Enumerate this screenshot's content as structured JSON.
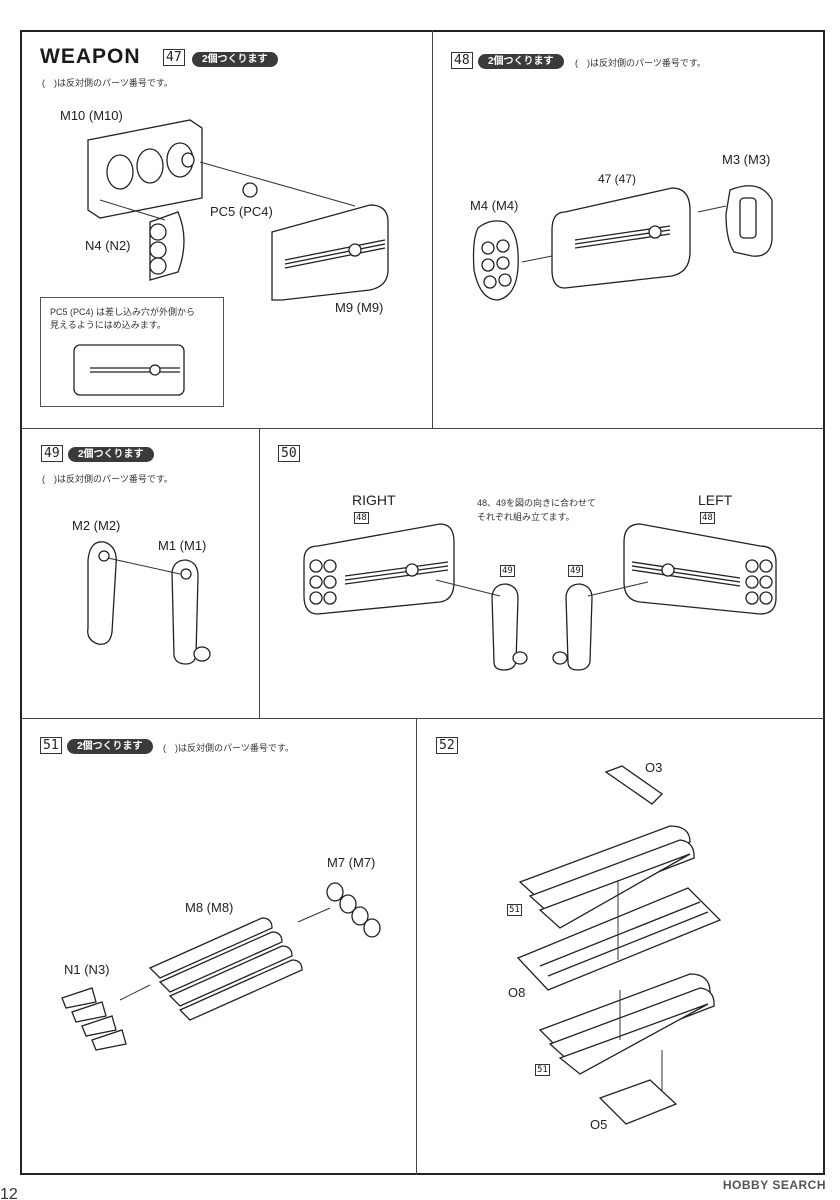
{
  "header": {
    "title": "WEAPON"
  },
  "common": {
    "make_two": "2個つくります",
    "paren_note": "(　)は反対側のパーツ番号です。"
  },
  "step47": {
    "num": "47",
    "labels": {
      "m10": "M10 (M10)",
      "pc5": "PC5 (PC4)",
      "n4": "N4 (N2)",
      "m9": "M9 (M9)"
    },
    "callout_line1": "PC5 (PC4) は差し込み穴が外側から",
    "callout_line2": "見えるようにはめ込みます。"
  },
  "step48": {
    "num": "48",
    "ref": "47 (47)",
    "labels": {
      "m3": "M3 (M3)",
      "m4": "M4 (M4)"
    }
  },
  "step49": {
    "num": "49",
    "labels": {
      "m2": "M2 (M2)",
      "m1": "M1 (M1)"
    }
  },
  "step50": {
    "num": "50",
    "right": "RIGHT",
    "left": "LEFT",
    "ref48": "48",
    "ref49": "49",
    "note_line1": "48、49を図の向きに合わせて",
    "note_line2": "それぞれ組み立てます。"
  },
  "step51": {
    "num": "51",
    "labels": {
      "m7": "M7 (M7)",
      "m8": "M8 (M8)",
      "n1": "N1 (N3)"
    }
  },
  "step52": {
    "num": "52",
    "ref51": "51",
    "labels": {
      "o3": "O3",
      "o8": "O8",
      "o5": "O5"
    }
  },
  "footer": {
    "logo": "HOBBY SEARCH",
    "page": "12"
  }
}
